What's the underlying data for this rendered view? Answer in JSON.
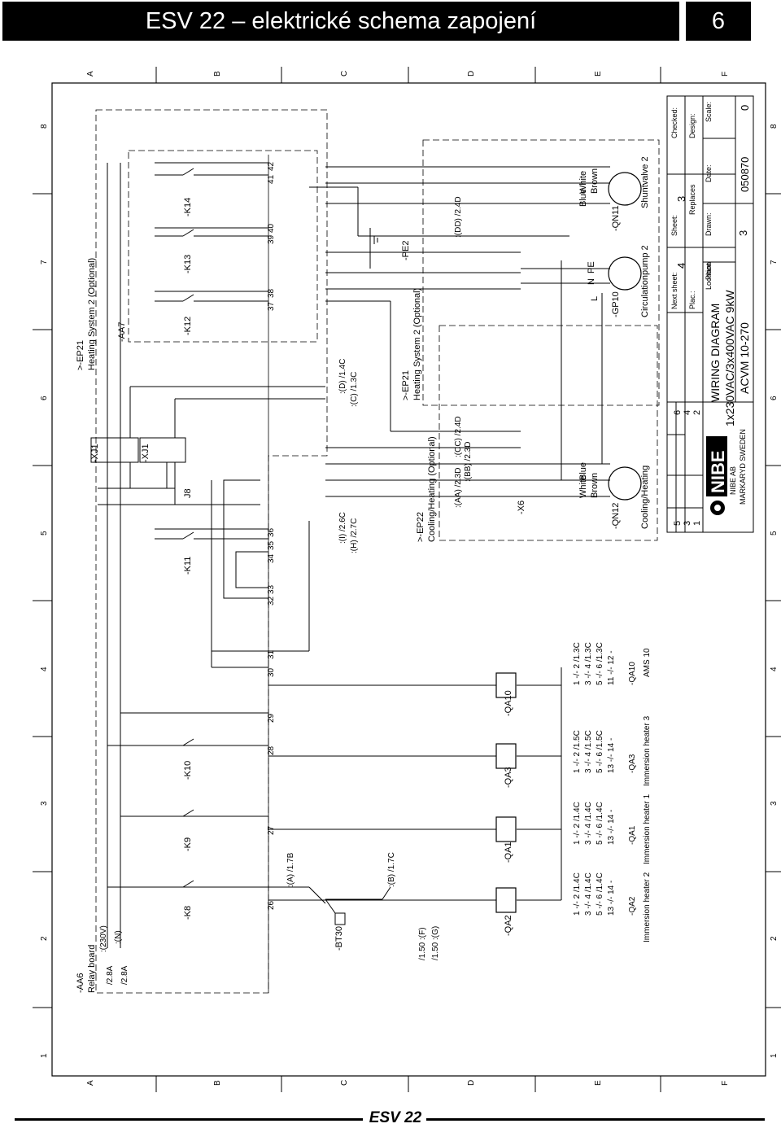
{
  "header": {
    "title": "ESV 22 – elektrické schema zapojení",
    "page_number": "6"
  },
  "footer": {
    "brand": "ESV 22"
  },
  "frame": {
    "col_letters": [
      "A",
      "B",
      "C",
      "D",
      "E",
      "F"
    ],
    "row_numbers": [
      "8",
      "7",
      "6",
      "5",
      "4",
      "3",
      "2",
      "1"
    ]
  },
  "groups": {
    "aa6_ref": "-AA6",
    "aa6_name": "Relay board",
    "aa7_ref": "-AA7",
    "ep21_ref": ">-EP21",
    "ep21_name": "Heating System 2  (Optional)",
    "ep22_ref": ">-EP22",
    "ep22_name": "Cooling/Heating  (Optional)",
    "ep21b_ref": ">-EP21",
    "ep21b_name": "Heating System 2  (Optional)"
  },
  "supply": {
    "l1": ":(230V)",
    "n1": ":(N)",
    "f1": "/2.8A",
    "f2": "/2.8A"
  },
  "relays": [
    "-K8",
    "-K9",
    "-K10",
    "-K11",
    "-K12",
    "-K13",
    "-K14"
  ],
  "contactors": [
    "-QA2",
    "-QA1",
    "-QA3",
    "-QA10"
  ],
  "sensor": "-BT30",
  "terminals_bottom": [
    "26",
    "27",
    "28",
    "29",
    "30",
    "31",
    "32",
    "33",
    "34",
    "35",
    "36",
    "37",
    "38",
    "39",
    "40",
    "41",
    "42"
  ],
  "connectors": {
    "xj1": "-XJ1",
    "xj2": "-XJ1",
    "x6": "-X6",
    "pe2": "-PE2",
    "j8": "J8"
  },
  "motors": [
    {
      "ref": "-QN12",
      "name": "Cooling/Heating",
      "wires": [
        "White",
        "Brown",
        "Blue"
      ]
    },
    {
      "ref": "-GP10",
      "name": "Circulationpump 2",
      "wires": [
        "L",
        "N",
        "PE"
      ]
    },
    {
      "ref": "-QN11",
      "name": "Shuntvalve 2",
      "wires": [
        "White",
        "Brown",
        "Blue"
      ]
    }
  ],
  "contact_blocks": [
    {
      "ref": "-QA2",
      "title": "Immersion heater 2",
      "rows": [
        "1 -/- 2  /1.4C",
        "3 -/- 4  /1.4C",
        "5 -/- 6  /1.4C",
        "13 -/- 14  -"
      ]
    },
    {
      "ref": "-QA1",
      "title": "Immersion heater 1",
      "rows": [
        "1 -/- 2  /1.4C",
        "3 -/- 4  /1.4C",
        "5 -/- 6  /1.4C",
        "13 -/- 14  -"
      ]
    },
    {
      "ref": "-QA3",
      "title": "Immersion heater 3",
      "rows": [
        "1 -/- 2  /1.5C",
        "3 -/- 4  /1.5C",
        "5 -/- 6  /1.5C",
        "13 -/- 14  -"
      ]
    },
    {
      "ref": "-QA10",
      "title": "AMS 10",
      "rows": [
        "1 -/- 2  /1.3C",
        "3 -/- 4  /1.3C",
        "5 -/- 6  /1.3C",
        "11 -/- 12  -"
      ]
    }
  ],
  "xrefs": {
    "a": ":(A)  /1.7B",
    "b": ":(B)  /1.7C",
    "f": "/1.50 :(F)",
    "g": "/1.50 :(G)",
    "h": ":(H)  /2.7C",
    "i": ":(I)  /2.6C",
    "c": ":(C)  /1.3C",
    "d": ":(D)  /1.4C",
    "aa": ":(AA)  /2.3D",
    "bb": ":(BB)  /2.3D",
    "cc": ":(CC)  /2.4D",
    "dd": ":(DD)  /2.4D"
  },
  "title_block": {
    "company": "NIBE AB",
    "company_addr": "MARKARYD SWEDEN",
    "logo": "NIBE",
    "title_lines": [
      "WIRING DIAGRAM",
      "1x230VAC/3x400VAC 9kW",
      "ACVM 10-270"
    ],
    "labels": {
      "checked": "Checked:",
      "design": "Design:",
      "scale": "Scale:",
      "drawn": "Drawn:",
      "date": "Date:",
      "location": "Location",
      "replaces": "Replaces",
      "plant": "Plant",
      "plac": "Plac.:",
      "next": "Next sheet:",
      "sheet": "Sheet:"
    },
    "values": {
      "scale": "0",
      "doc_no": "050870",
      "location": "3",
      "next": "4",
      "sheet": "3"
    },
    "revisions": [
      "6",
      "4",
      "2",
      "5",
      "3",
      "1"
    ]
  }
}
